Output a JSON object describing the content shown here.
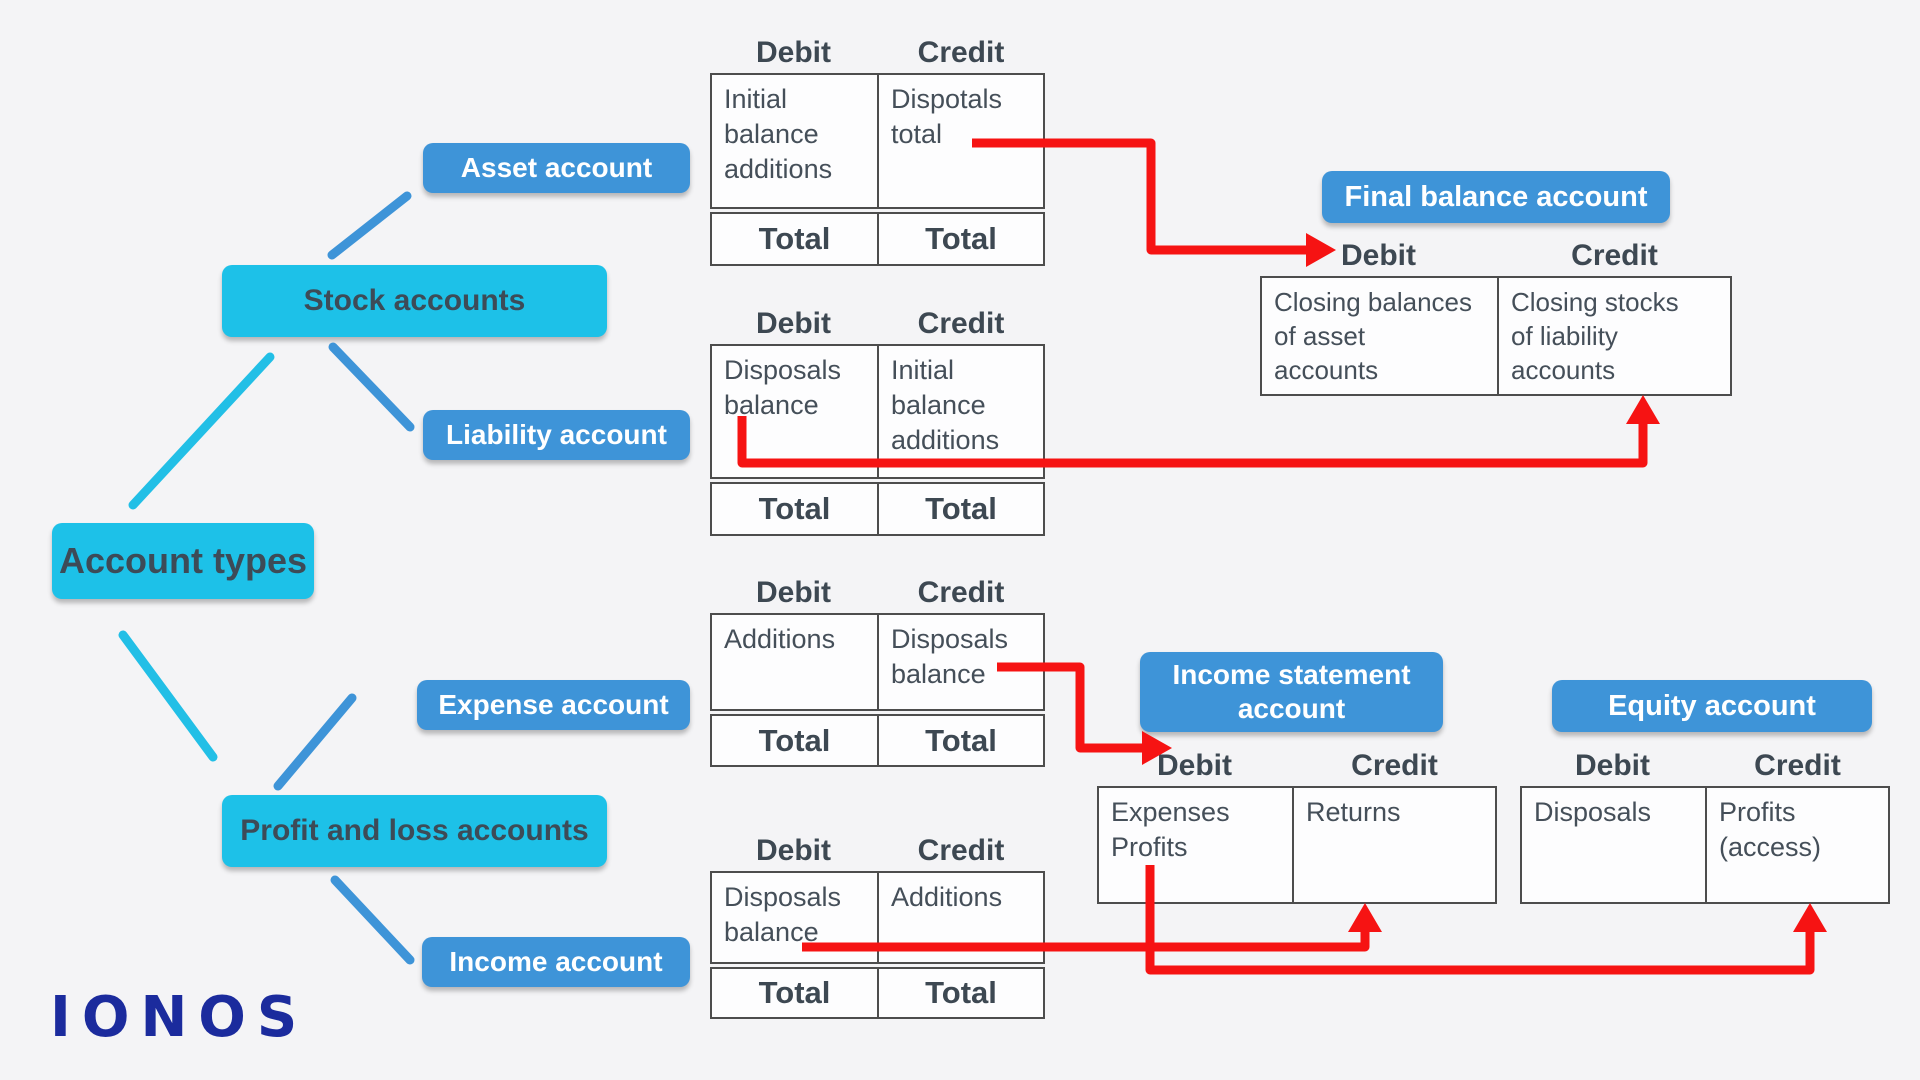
{
  "palette": {
    "background": "#f4f4f6",
    "cyan_node": "#1dc1e8",
    "blue_node": "#3e94d8",
    "connector_blue": "#3e94d8",
    "connector_cyan": "#22bfe6",
    "arrow_red": "#f61313",
    "table_border": "#4d4d4d",
    "text_dark": "#3d4b57",
    "logo_navy": "#1b2b9d"
  },
  "nodes": {
    "account_types": "Account types",
    "stock_accounts": "Stock accounts",
    "profit_loss_accounts": "Profit and loss accounts",
    "asset_account": "Asset account",
    "liability_account": "Liability account",
    "expense_account": "Expense account",
    "income_account": "Income account",
    "final_balance_account": "Final balance account",
    "income_statement_account": "Income statement\naccount",
    "equity_account": "Equity account"
  },
  "tables": {
    "asset": {
      "debit_header": "Debit",
      "credit_header": "Credit",
      "debit_cell": "Initial\nbalance\nadditions",
      "credit_cell": "Dispotals\ntotal",
      "debit_total": "Total",
      "credit_total": "Total"
    },
    "liability": {
      "debit_header": "Debit",
      "credit_header": "Credit",
      "debit_cell": "Disposals\nbalance",
      "credit_cell": "Initial\nbalance\nadditions",
      "debit_total": "Total",
      "credit_total": "Total"
    },
    "expense": {
      "debit_header": "Debit",
      "credit_header": "Credit",
      "debit_cell": "Additions",
      "credit_cell": "Disposals\nbalance",
      "debit_total": "Total",
      "credit_total": "Total"
    },
    "income": {
      "debit_header": "Debit",
      "credit_header": "Credit",
      "debit_cell": "Disposals\nbalance",
      "credit_cell": "Additions",
      "debit_total": "Total",
      "credit_total": "Total"
    },
    "final_balance": {
      "debit_header": "Debit",
      "credit_header": "Credit",
      "debit_cell": "Closing balances\nof asset\naccounts",
      "credit_cell": "Closing stocks\nof liability\naccounts"
    },
    "income_statement": {
      "debit_header": "Debit",
      "credit_header": "Credit",
      "debit_cell": "Expenses\nProfits",
      "credit_cell": "Returns"
    },
    "equity": {
      "debit_header": "Debit",
      "credit_header": "Credit",
      "debit_cell": "Disposals",
      "credit_cell": "Profits\n(access)"
    }
  },
  "logo_text": "IONOS"
}
